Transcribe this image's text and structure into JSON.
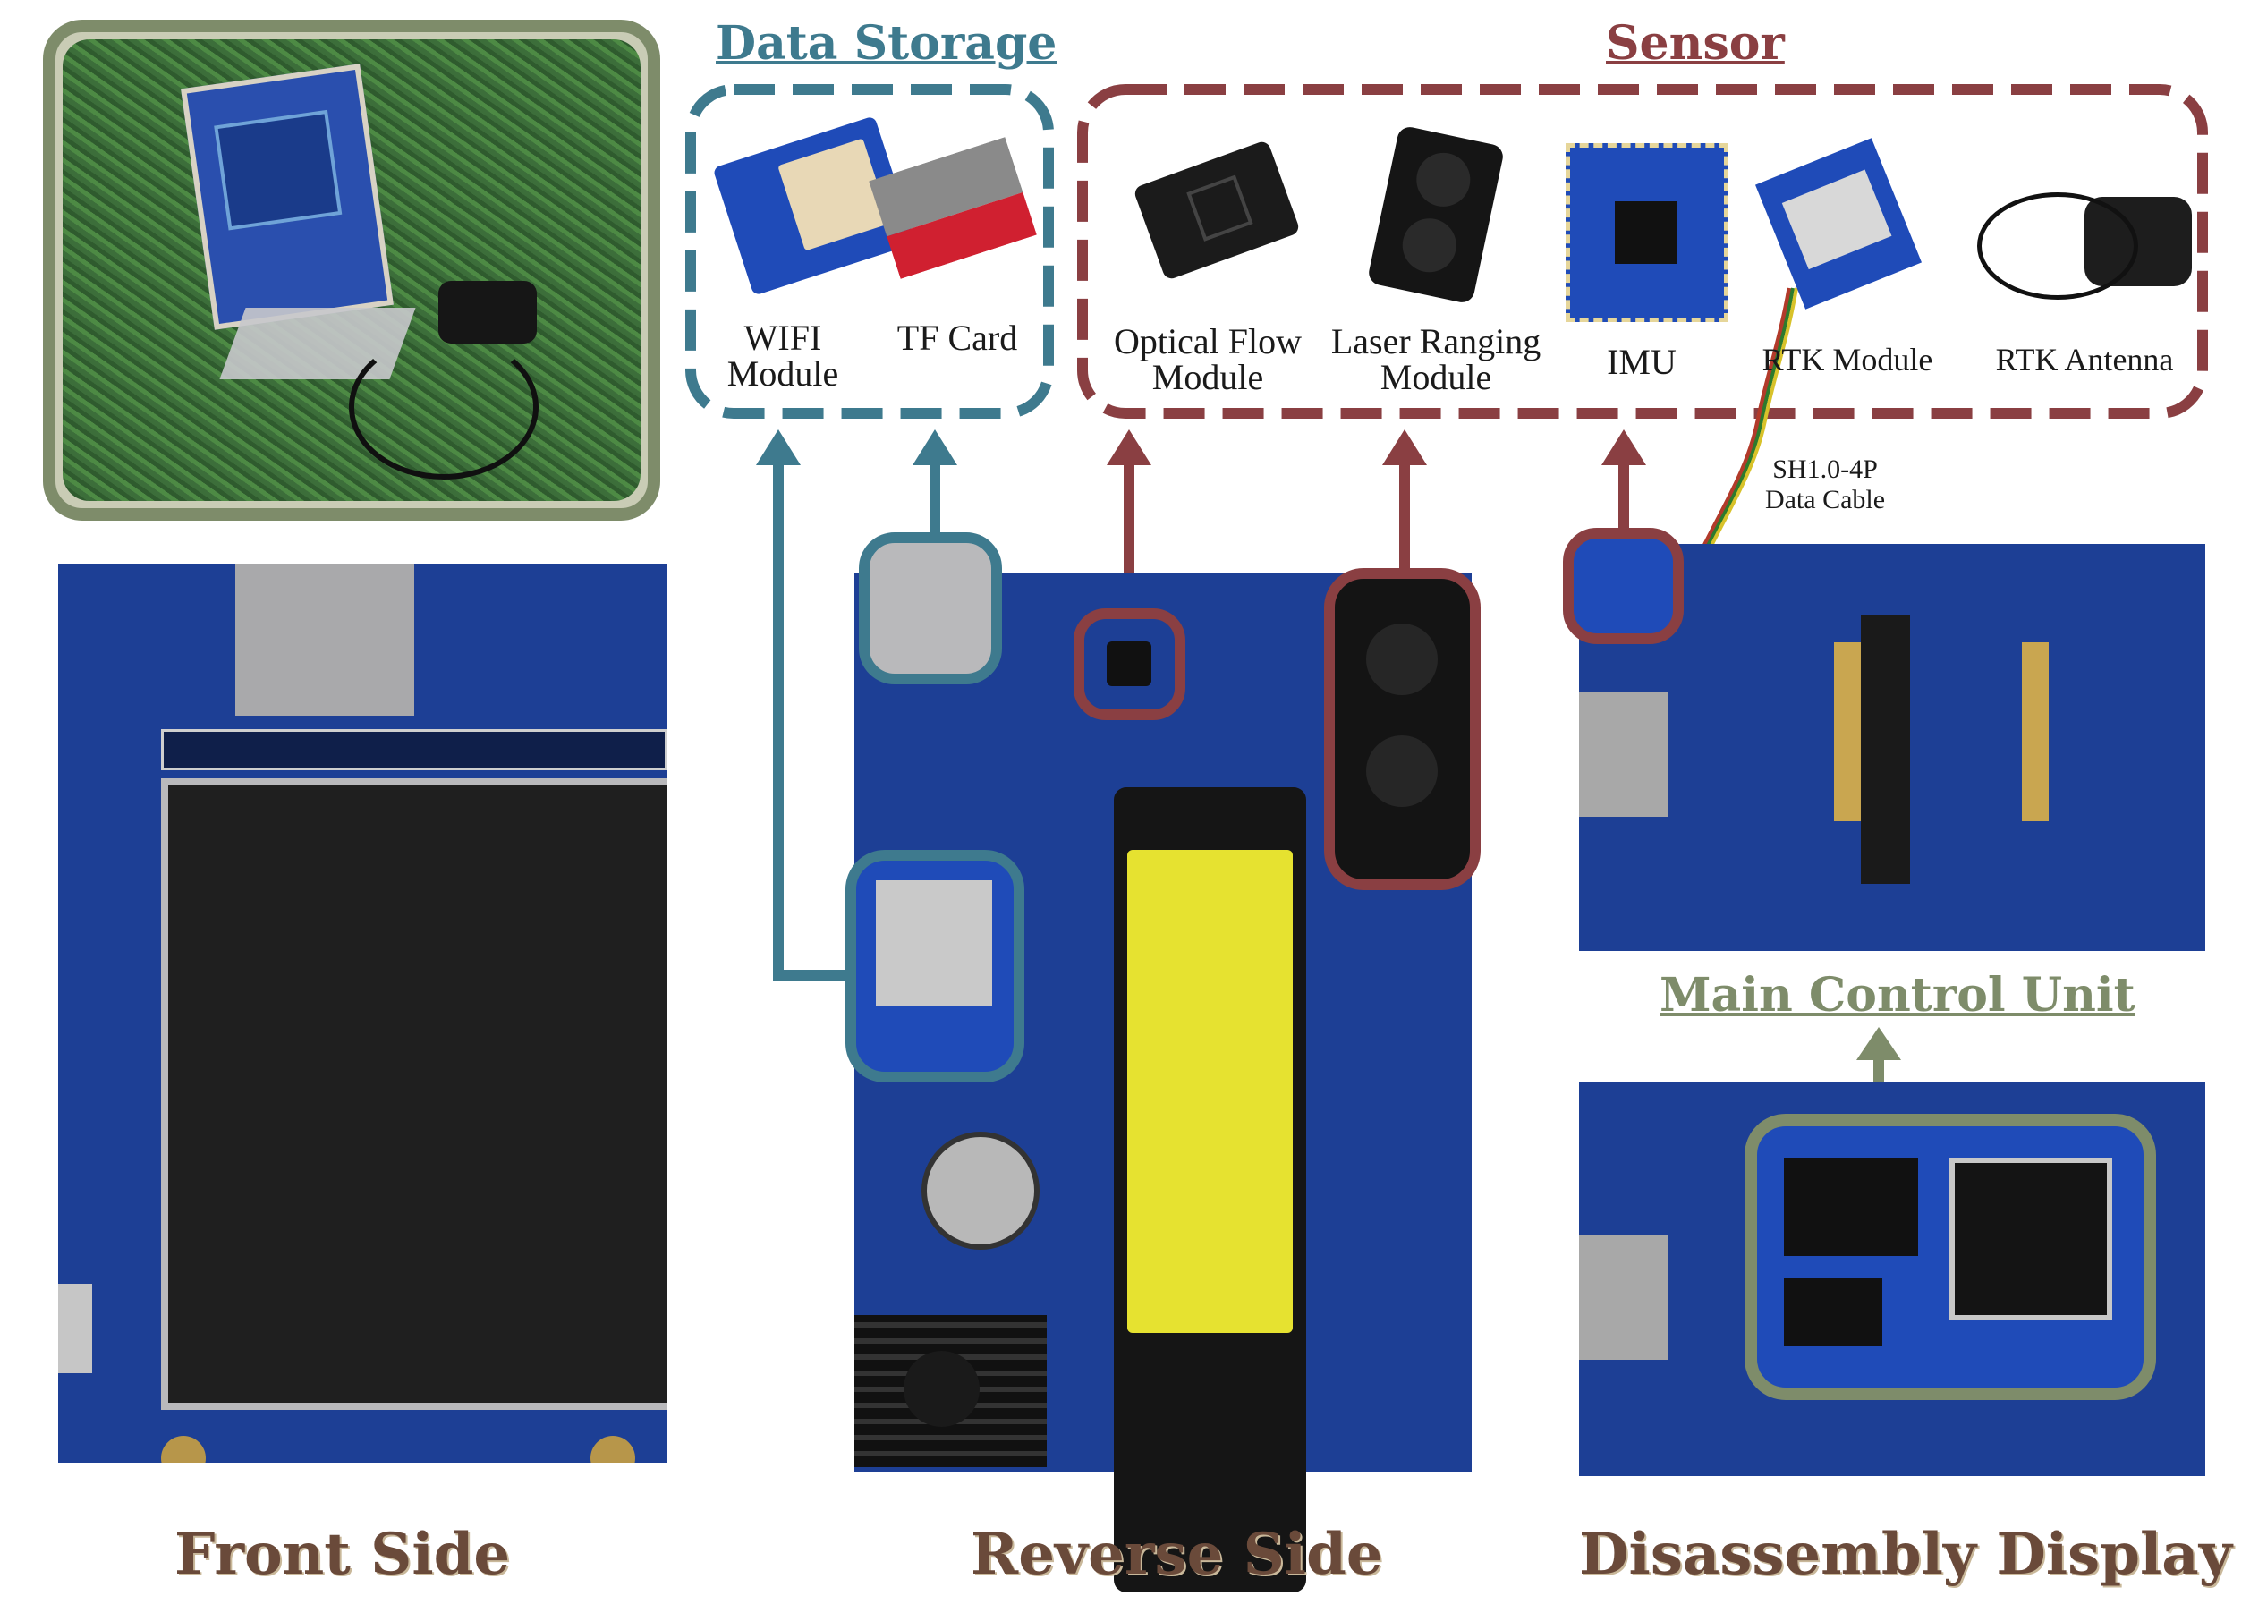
{
  "groups": {
    "data_storage": "Data Storage",
    "sensor": "Sensor",
    "main_control": "Main Control Unit"
  },
  "modules": {
    "wifi": "WIFI\nModule",
    "tf_card": "TF Card",
    "optical_flow": "Optical Flow\nModule",
    "laser_ranging": "Laser Ranging\nModule",
    "imu": "IMU",
    "rtk_module": "RTK Module",
    "rtk_antenna": "RTK Antenna"
  },
  "cable_label": "SH1.0-4P\nData Cable",
  "captions": {
    "front": "Front Side",
    "reverse": "Reverse Side",
    "disassembly": "Disassembly Display"
  },
  "colors": {
    "teal": "#3e7a8e",
    "maroon": "#8a3f42",
    "sage": "#7e8c6a",
    "board": "#1d3f95"
  }
}
